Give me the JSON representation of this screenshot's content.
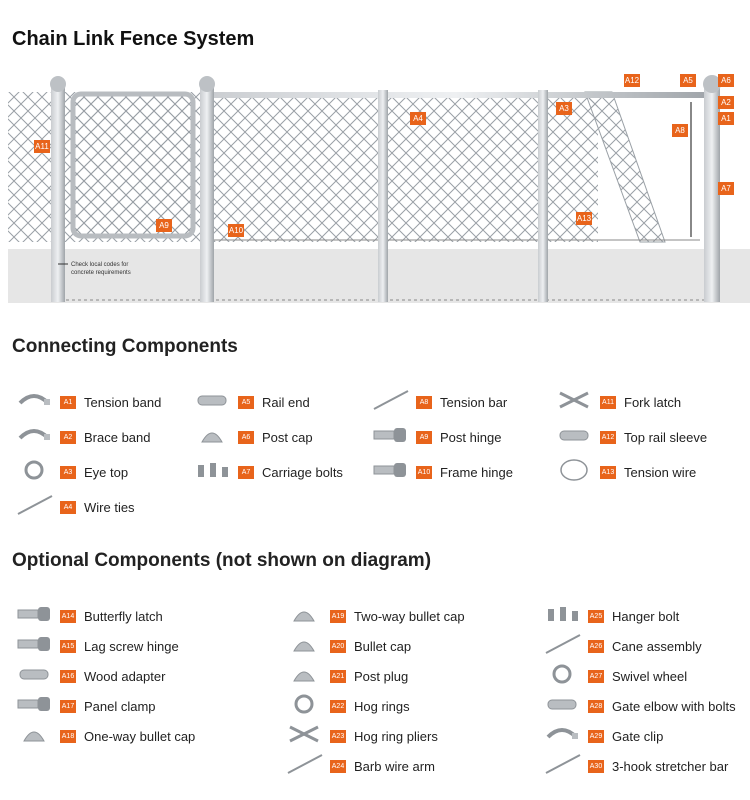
{
  "title": "Chain Link Fence System",
  "diagram": {
    "callouts": [
      "A1",
      "A2",
      "A3",
      "A4",
      "A5",
      "A6",
      "A7",
      "A8",
      "A9",
      "A10",
      "A11",
      "A12",
      "A13"
    ],
    "note_line1": "Check local codes for",
    "note_line2": "concrete requirements"
  },
  "connecting": {
    "heading": "Connecting Components",
    "items": [
      {
        "code": "A1",
        "label": "Tension band",
        "icon": "tension-band-icon"
      },
      {
        "code": "A2",
        "label": "Brace band",
        "icon": "brace-band-icon"
      },
      {
        "code": "A3",
        "label": "Eye top",
        "icon": "eye-top-icon"
      },
      {
        "code": "A4",
        "label": "Wire ties",
        "icon": "wire-ties-icon"
      },
      {
        "code": "A5",
        "label": "Rail end",
        "icon": "rail-end-icon"
      },
      {
        "code": "A6",
        "label": "Post cap",
        "icon": "post-cap-icon"
      },
      {
        "code": "A7",
        "label": "Carriage bolts",
        "icon": "carriage-bolts-icon"
      },
      {
        "code": "A8",
        "label": "Tension bar",
        "icon": "tension-bar-icon"
      },
      {
        "code": "A9",
        "label": "Post hinge",
        "icon": "post-hinge-icon"
      },
      {
        "code": "A10",
        "label": "Frame hinge",
        "icon": "frame-hinge-icon"
      },
      {
        "code": "A11",
        "label": "Fork latch",
        "icon": "fork-latch-icon"
      },
      {
        "code": "A12",
        "label": "Top rail sleeve",
        "icon": "top-rail-sleeve-icon"
      },
      {
        "code": "A13",
        "label": "Tension wire",
        "icon": "tension-wire-icon"
      }
    ]
  },
  "optional": {
    "heading": "Optional Components (not shown on diagram)",
    "items": [
      {
        "code": "A14",
        "label": "Butterfly latch",
        "icon": "butterfly-latch-icon"
      },
      {
        "code": "A15",
        "label": "Lag screw hinge",
        "icon": "lag-screw-hinge-icon"
      },
      {
        "code": "A16",
        "label": "Wood adapter",
        "icon": "wood-adapter-icon"
      },
      {
        "code": "A17",
        "label": "Panel clamp",
        "icon": "panel-clamp-icon"
      },
      {
        "code": "A18",
        "label": "One-way bullet cap",
        "icon": "one-way-bullet-cap-icon"
      },
      {
        "code": "A19",
        "label": "Two-way bullet cap",
        "icon": "two-way-bullet-cap-icon"
      },
      {
        "code": "A20",
        "label": "Bullet cap",
        "icon": "bullet-cap-icon"
      },
      {
        "code": "A21",
        "label": "Post plug",
        "icon": "post-plug-icon"
      },
      {
        "code": "A22",
        "label": "Hog rings",
        "icon": "hog-rings-icon"
      },
      {
        "code": "A23",
        "label": "Hog ring pliers",
        "icon": "hog-ring-pliers-icon"
      },
      {
        "code": "A24",
        "label": "Barb wire arm",
        "icon": "barb-wire-arm-icon"
      },
      {
        "code": "A25",
        "label": "Hanger bolt",
        "icon": "hanger-bolt-icon"
      },
      {
        "code": "A26",
        "label": "Cane assembly",
        "icon": "cane-assembly-icon"
      },
      {
        "code": "A27",
        "label": "Swivel wheel",
        "icon": "swivel-wheel-icon"
      },
      {
        "code": "A28",
        "label": "Gate elbow with bolts",
        "icon": "gate-elbow-icon"
      },
      {
        "code": "A29",
        "label": "Gate clip",
        "icon": "gate-clip-icon"
      },
      {
        "code": "A30",
        "label": "3-hook stretcher bar",
        "icon": "stretcher-bar-icon"
      }
    ]
  },
  "colors": {
    "accent": "#e8641b",
    "metal": "#a9adb1",
    "concrete": "#e4e4e4"
  }
}
